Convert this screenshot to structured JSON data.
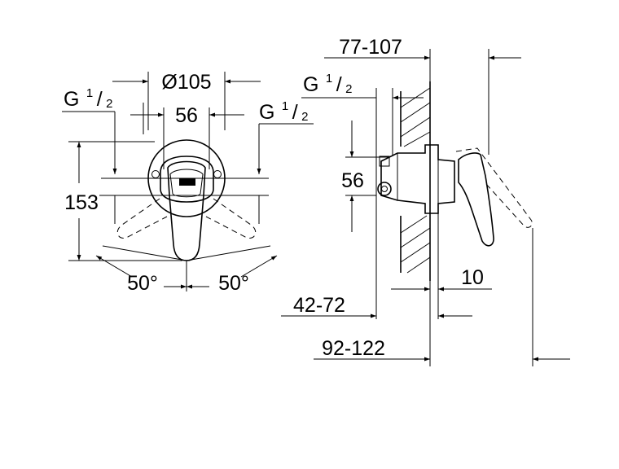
{
  "front_view": {
    "diameter": "Ø105",
    "inlet_spacing": "56",
    "height": "153",
    "thread_left": {
      "g": "G",
      "num": "1",
      "slash": "/",
      "den": "2"
    },
    "thread_right": {
      "g": "G",
      "num": "1",
      "slash": "/",
      "den": "2"
    },
    "angle_left": "50°",
    "angle_right": "50°"
  },
  "side_view": {
    "depth_range": "77-107",
    "thread": {
      "g": "G",
      "num": "1",
      "slash": "/",
      "den": "2"
    },
    "inlet_spacing": "56",
    "handle_offset": "10",
    "depth_min": "42-72",
    "depth_max": "92-122"
  }
}
